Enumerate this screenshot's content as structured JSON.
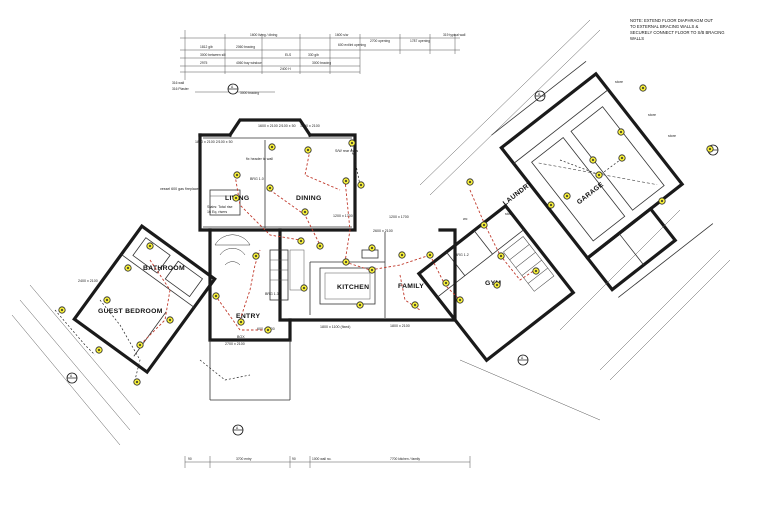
{
  "note": {
    "line1": "NOTE: EXTEND FLOOR DIAPHRAGM OUT",
    "line2": "TO EXTERNAL BRACING WALLS &",
    "line3": "SECURELY CONNECT FLOOR TO S/B BRACING",
    "line4": "WALLS"
  },
  "rooms": {
    "living": "LIVING",
    "dining": "DINING",
    "kitchen": "KITCHEN",
    "family": "FAMILY",
    "gym": "GYM",
    "laundry": "LAUNDRY",
    "garage": "GARAGE",
    "entry": "ENTRY",
    "bathroom": "BATHROOM",
    "guest_bedroom": "GUEST BEDROOM",
    "store_1": "store",
    "store_2": "store",
    "store_3": "store",
    "store_4": "store",
    "wc": "wc"
  },
  "top_dims": {
    "d1": "1600 living / dining",
    "d2": "1600 s/w",
    "d3": "2700 opening",
    "d4": "1787 opening",
    "d5": "319 typical wall",
    "d6": "1812 gib",
    "d7": "2060 bracing",
    "d8": "3000 between sill",
    "d9": "ELS",
    "d10": "330 gib",
    "d11": "600 ext/int opening",
    "d12": "2975",
    "d13": "4060 bay window",
    "d14": "3000 bracing",
    "d15": "316 wall",
    "d16": "316 Plaster",
    "d17": "2400 H",
    "d18": "3000 bracing"
  },
  "bottom_dims": {
    "b1": "90",
    "b2": "3700 entry",
    "b3": "90",
    "b4": "1000 wall no.",
    "b5": "7700 kitchen / family"
  },
  "markers": {
    "m1": "A",
    "m2": "A",
    "m3": "A",
    "m4": "A",
    "m5": "A",
    "m6": "A"
  },
  "windows": {
    "w1": "1800 x 2100 2/100 x 50",
    "w2": "1600 x 2100 2/100 x 50",
    "w3": "1800 x 2100",
    "w4": "1200 x 1700",
    "w5": "1200 x 1700",
    "w6": "2600 x 2100",
    "w7": "600 x 1200",
    "w8": "1800 x 1100 (fixed)",
    "w9": "1800 x 2100",
    "w10": "2700 x 2100",
    "w11": "2400 x 2100"
  },
  "annotations": {
    "a1": "BOX",
    "a2": "BRG 1.0",
    "a3": "BRG 1.2",
    "a4": "BRG 1.3",
    "a5": "Stairs: Total rise",
    "a6": "16 Eq. risers",
    "a7": "vessel 600 gas fireplace",
    "a8": "fix header to wall",
    "a9": "S/W rear walls"
  }
}
